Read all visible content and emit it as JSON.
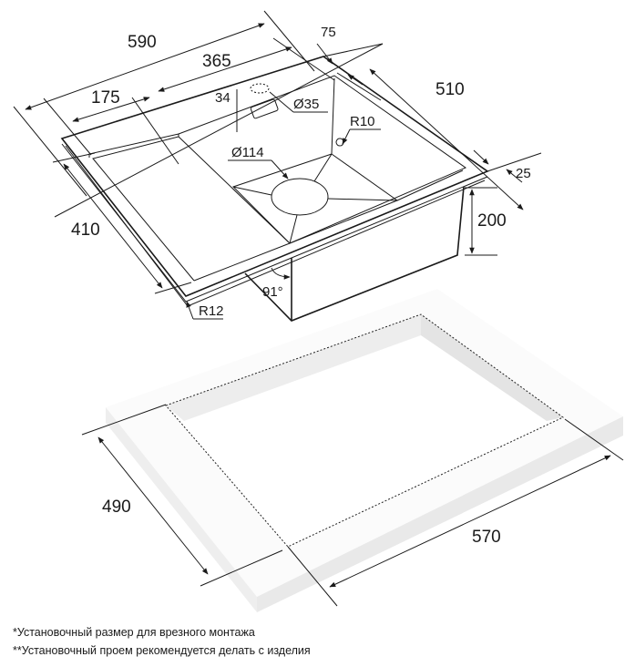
{
  "sink": {
    "dims": {
      "total_length": "590",
      "bowl_length": "365",
      "drainboard_length": "175",
      "rim_back": "75",
      "total_depth": "510",
      "overflow_offset": "34",
      "overflow_diameter": "Ø35",
      "corner_radius_inner": "R10",
      "drain_diameter": "Ø114",
      "rim_front": "25",
      "bowl_depth": "200",
      "bowl_width": "410",
      "angle": "91°",
      "corner_radius_outer": "R12"
    }
  },
  "cutout": {
    "depth": "490",
    "width": "570"
  },
  "notes": [
    "*Установочный размер для врезного монтажа",
    "**Установочный проем рекомендуется делать с изделия"
  ]
}
